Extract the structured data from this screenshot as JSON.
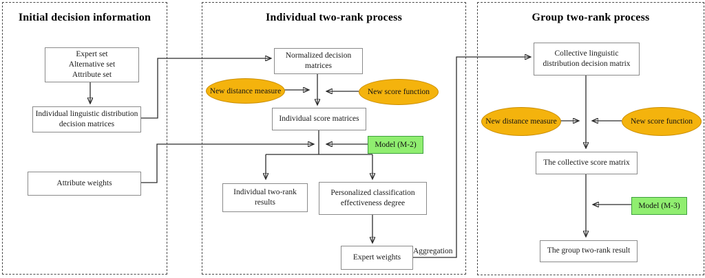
{
  "panels": {
    "initial": {
      "title": "Initial decision information"
    },
    "individual": {
      "title": "Individual two-rank process"
    },
    "group": {
      "title": "Group two-rank process"
    }
  },
  "boxes": {
    "expert_set": "Expert set\nAlternative set\nAttribute set",
    "individual_linguistic": "Individual linguistic distribution\ndecision matrices",
    "attribute_weights": "Attribute weights",
    "normalized_matrices": "Normalized decision\nmatrices",
    "individual_score": "Individual score matrices",
    "individual_results": "Individual two-rank\nresults",
    "personalized_degree": "Personalized classification\neffectiveness degree",
    "expert_weights": "Expert weights",
    "collective_matrix": "Collective linguistic\ndistribution decision matrix",
    "collective_score": "The collective score matrix",
    "group_result": "The group two-rank result"
  },
  "ellipses": {
    "individual_distance": "New distance measure",
    "individual_score_fn": "New score function",
    "group_distance": "New distance measure",
    "group_score_fn": "New score function"
  },
  "models": {
    "m2": "Model (M-2)",
    "m3": "Model (M-3)"
  },
  "labels": {
    "aggregation": "Aggregation"
  },
  "colors": {
    "ellipse_fill": "#F4B30D",
    "ellipse_border": "#C98C00",
    "model_fill": "#90EE70",
    "model_border": "#3DA03D",
    "box_border": "#8A8A8A",
    "connector": "#2B2B2B",
    "panel_border": "#4A4A4A"
  }
}
